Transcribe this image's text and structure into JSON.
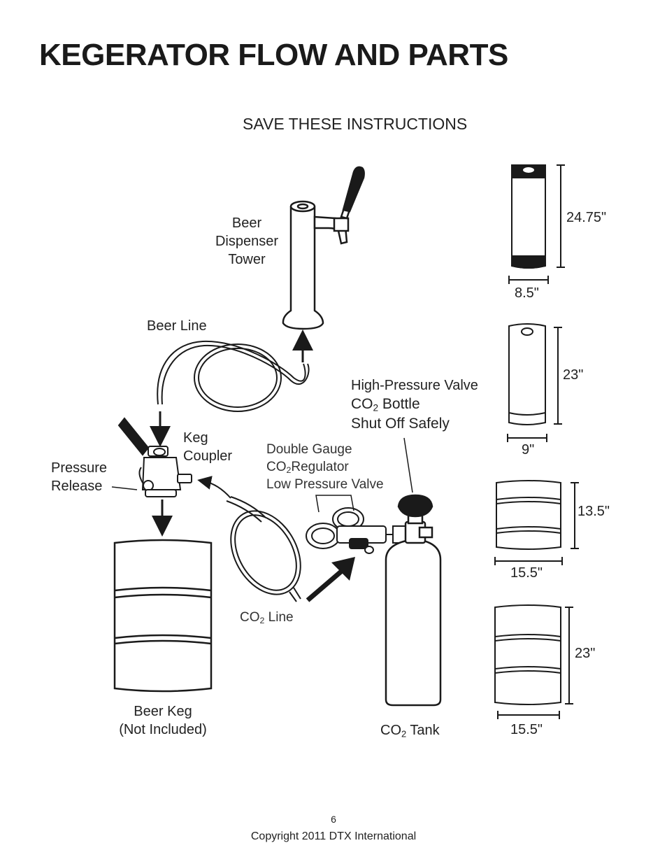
{
  "page": {
    "title": "KEGERATOR FLOW AND PARTS",
    "subtitle": "SAVE THESE INSTRUCTIONS",
    "page_number": "6",
    "copyright": "Copyright 2011 DTX International"
  },
  "labels": {
    "tower": [
      "Beer",
      "Dispenser",
      "Tower"
    ],
    "beer_line": "Beer Line",
    "keg_coupler": [
      "Keg",
      "Coupler"
    ],
    "pressure_release": [
      "Pressure",
      "Release"
    ],
    "high_pressure": {
      "line1": "High-Pressure Valve",
      "line2_pre": "CO",
      "line2_sub": "2",
      "line2_post": " Bottle",
      "line3": "Shut Off Safely"
    },
    "regulator": {
      "line1": "Double Gauge",
      "line2_pre": "CO",
      "line2_sub": "2",
      "line2_post": "Regulator",
      "line3": "Low Pressure Valve"
    },
    "co2_line": {
      "pre": "CO",
      "sub": "2",
      "post": " Line"
    },
    "beer_keg": [
      "Beer Keg",
      "(Not Included)"
    ],
    "co2_tank": {
      "pre": "CO",
      "sub": "2",
      "post": " Tank"
    }
  },
  "kegs": [
    {
      "height": "24.75\"",
      "width": "8.5\""
    },
    {
      "height": "23\"",
      "width": "9\""
    },
    {
      "height": "13.5\"",
      "width": "15.5\""
    },
    {
      "height": "23\"",
      "width": "15.5\""
    }
  ]
}
